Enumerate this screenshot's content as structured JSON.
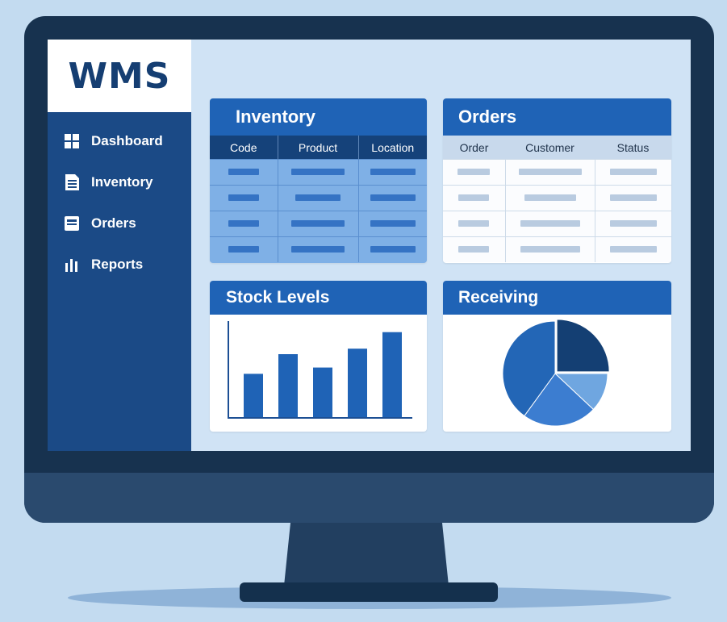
{
  "sidebar": {
    "logo": "WMS",
    "items": [
      {
        "label": "Dashboard",
        "icon": "grid-icon"
      },
      {
        "label": "Inventory",
        "icon": "document-icon"
      },
      {
        "label": "Orders",
        "icon": "inbox-icon"
      },
      {
        "label": "Reports",
        "icon": "bar-chart-icon"
      }
    ]
  },
  "inventory": {
    "title": "Inventory",
    "columns": [
      "Code",
      "Product",
      "Location"
    ]
  },
  "orders": {
    "title": "Orders",
    "columns": [
      "Order",
      "Customer",
      "Status"
    ]
  },
  "stock_levels": {
    "title": "Stock Levels"
  },
  "receiving": {
    "title": "Receiving"
  },
  "colors": {
    "sidebar": "#1b4a86",
    "accent": "#1f63b6",
    "header_dark": "#15427a",
    "inventory_cells": "#7fb0e6",
    "chart_bar": "#1f63b6"
  },
  "chart_data": [
    {
      "type": "bar",
      "title": "Stock Levels",
      "categories": [
        "",
        "",
        "",
        "",
        ""
      ],
      "values": [
        55,
        80,
        63,
        87,
        108
      ],
      "ylim": [
        0,
        120
      ],
      "grid": false
    },
    {
      "type": "pie",
      "title": "Receiving",
      "slices": [
        {
          "value": 25,
          "color": "#143f73"
        },
        {
          "value": 12,
          "color": "#6fa6e0"
        },
        {
          "value": 23,
          "color": "#3c7dd0"
        },
        {
          "value": 40,
          "color": "#2366b6"
        }
      ]
    }
  ]
}
